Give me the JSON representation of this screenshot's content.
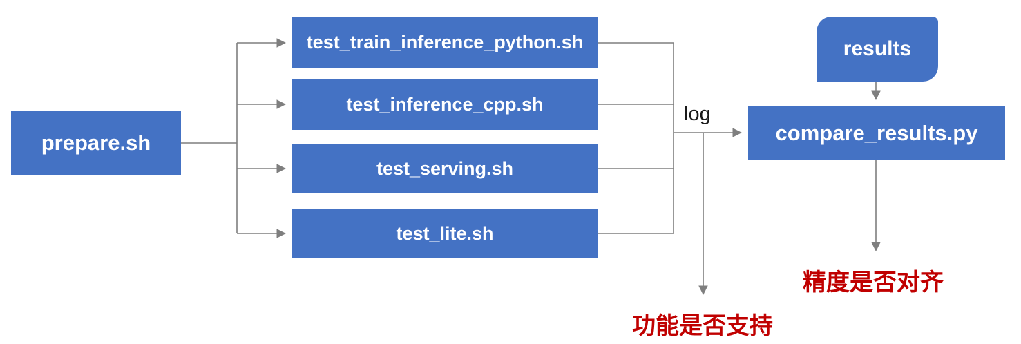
{
  "diagram": {
    "prepare": {
      "label": "prepare.sh"
    },
    "tests": [
      {
        "label": "test_train_inference_python.sh"
      },
      {
        "label": "test_inference_cpp.sh"
      },
      {
        "label": "test_serving.sh"
      },
      {
        "label": "test_lite.sh"
      }
    ],
    "results": {
      "label": "results"
    },
    "compare": {
      "label": "compare_results.py"
    },
    "log_label": "log",
    "annotations": {
      "function_support": "功能是否支持",
      "precision_alignment": "精度是否对齐"
    },
    "colors": {
      "node_fill": "#4472C4",
      "node_text": "#FFFFFF",
      "connector": "#7F7F7F",
      "annotation": "#C00000"
    }
  }
}
